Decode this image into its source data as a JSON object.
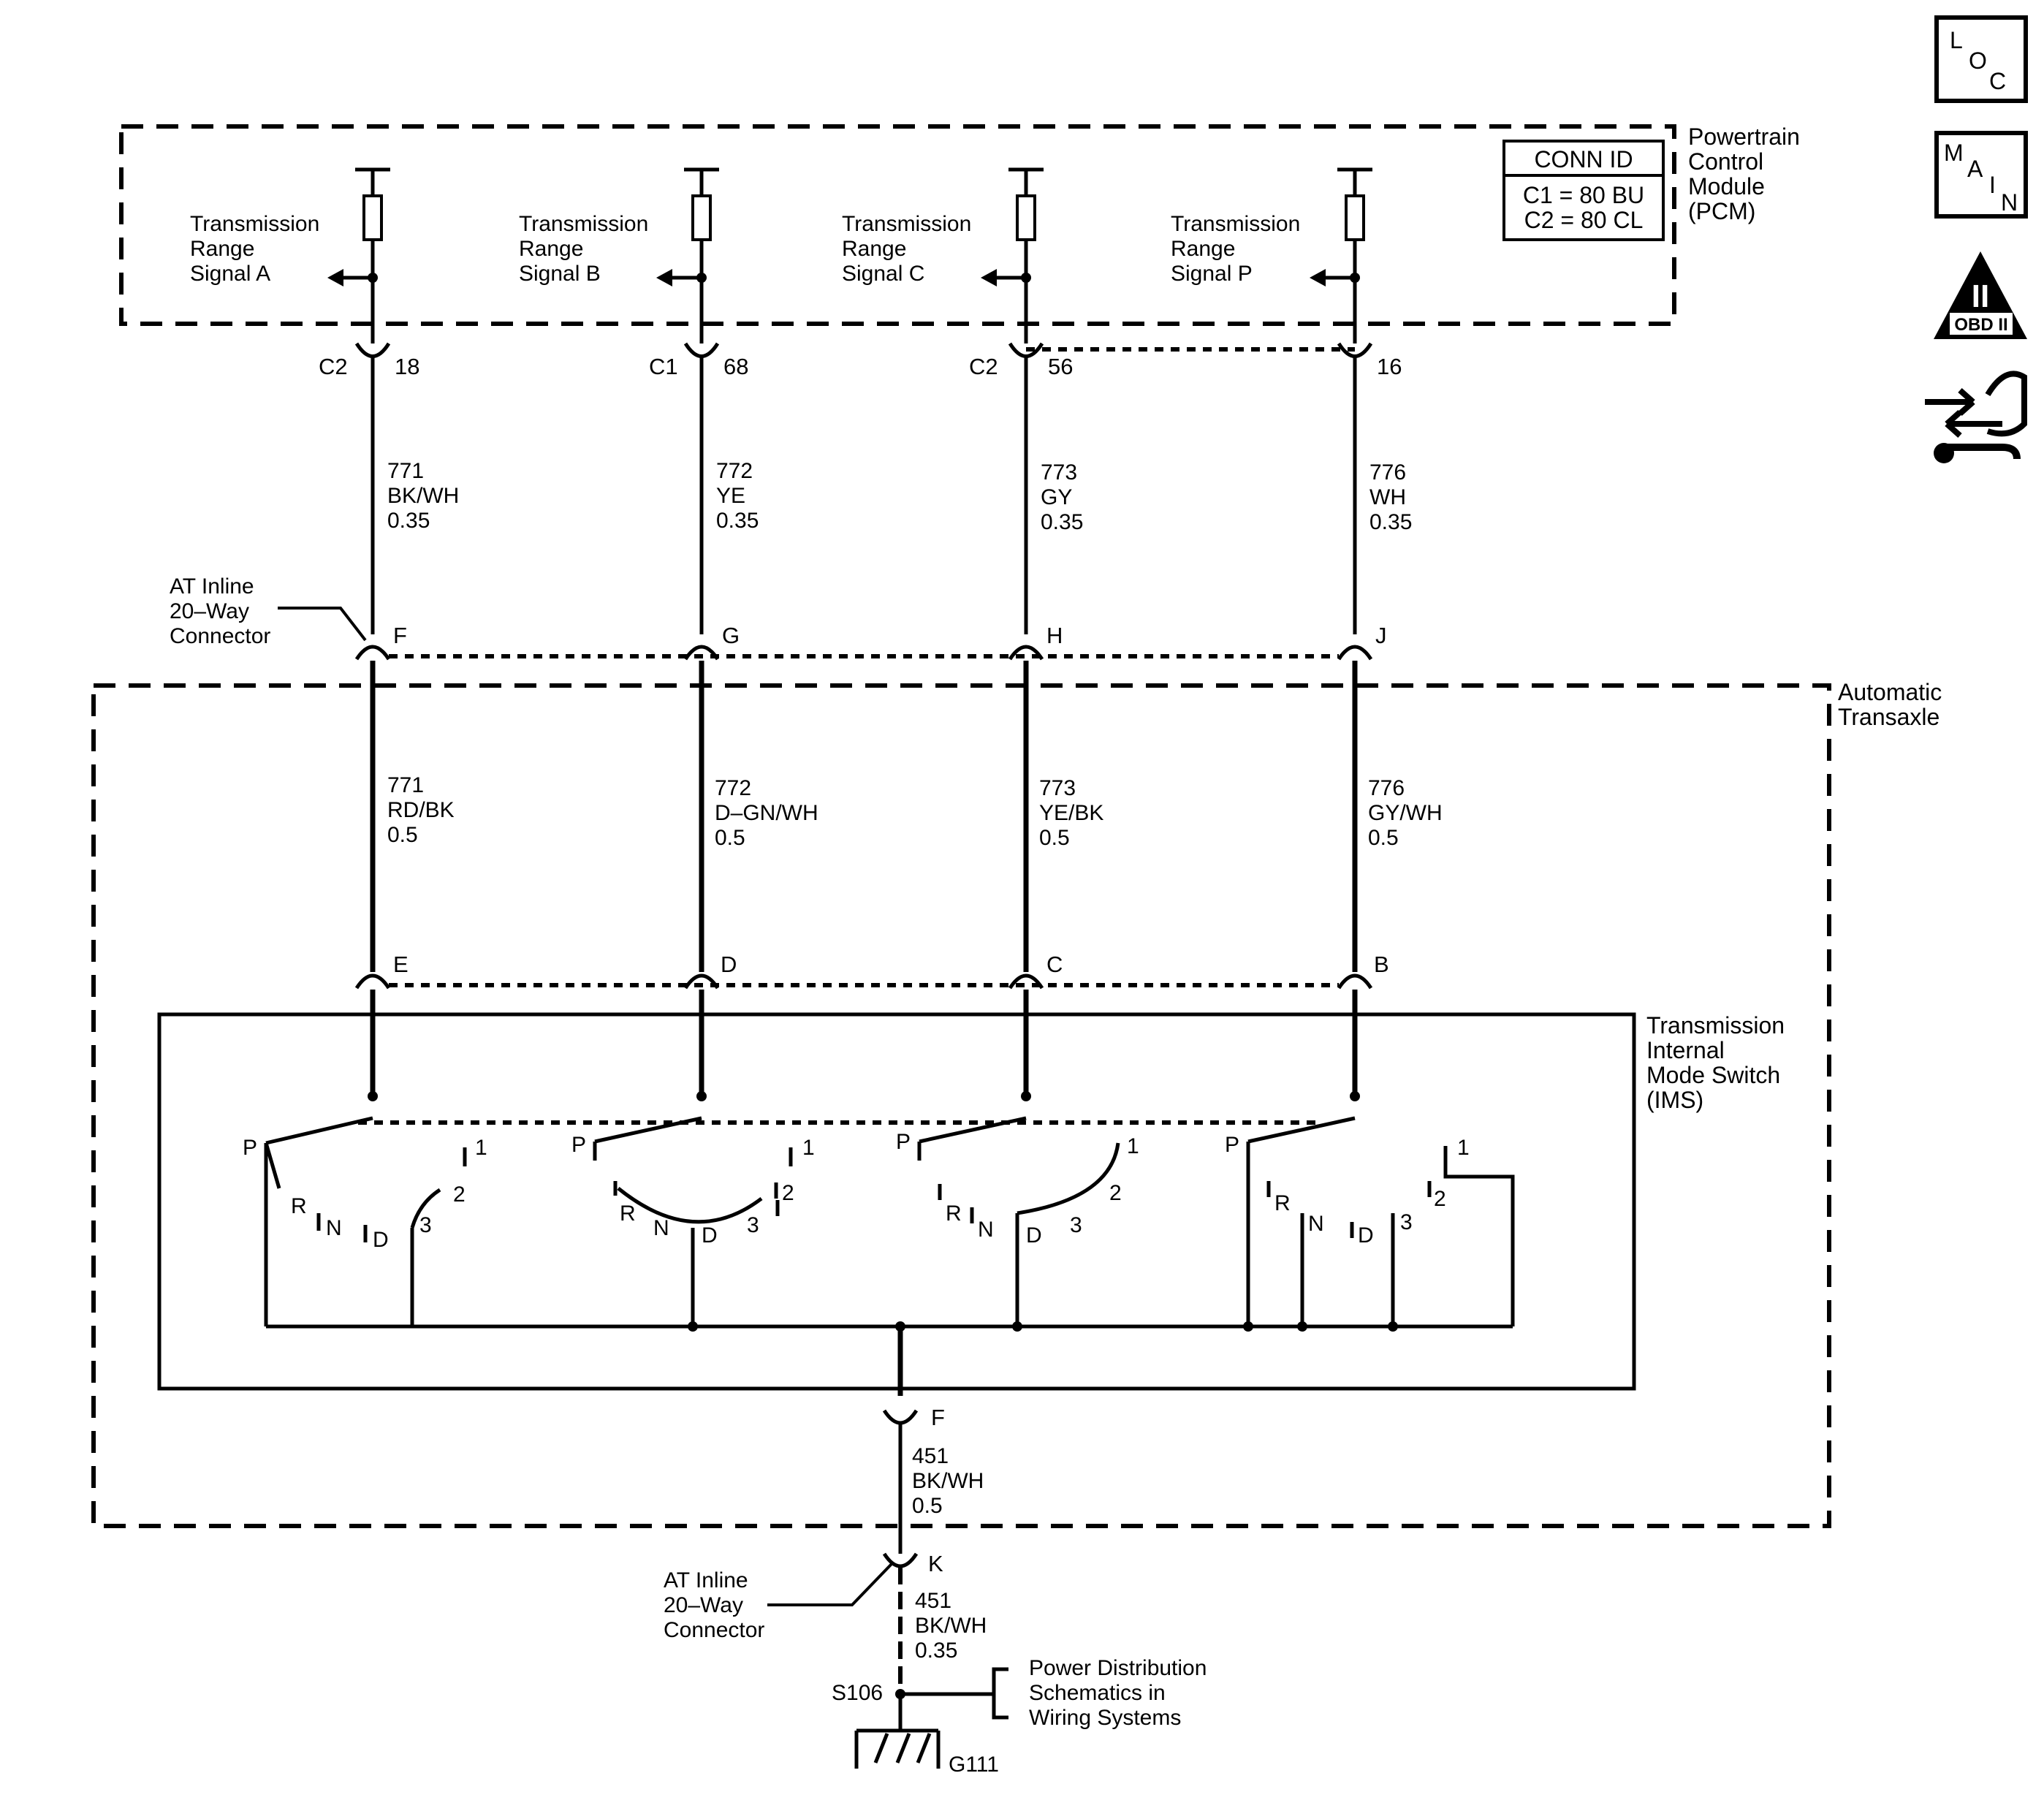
{
  "pcm": {
    "name": [
      "Powertrain",
      "Control",
      "Module",
      "(PCM)"
    ],
    "conn_id": {
      "title": "CONN ID",
      "c1": "C1 = 80 BU",
      "c2": "C2 = 80 CL"
    }
  },
  "signals": [
    {
      "lines": [
        "Transmission",
        "Range",
        "Signal A"
      ],
      "conn": "C2",
      "pin": "18",
      "top_circuit": "771",
      "top_color": "BK/WH",
      "top_size": "0.35",
      "inline_pin": "F",
      "bottom_circuit": "771",
      "bottom_color": "RD/BK",
      "bottom_size": "0.5",
      "ims_pin": "E"
    },
    {
      "lines": [
        "Transmission",
        "Range",
        "Signal B"
      ],
      "conn": "C1",
      "pin": "68",
      "top_circuit": "772",
      "top_color": "YE",
      "top_size": "0.35",
      "inline_pin": "G",
      "bottom_circuit": "772",
      "bottom_color": "D–GN/WH",
      "bottom_size": "0.5",
      "ims_pin": "D"
    },
    {
      "lines": [
        "Transmission",
        "Range",
        "Signal C"
      ],
      "conn": "C2",
      "pin": "56",
      "top_circuit": "773",
      "top_color": "GY",
      "top_size": "0.35",
      "inline_pin": "H",
      "bottom_circuit": "773",
      "bottom_color": "YE/BK",
      "bottom_size": "0.5",
      "ims_pin": "C"
    },
    {
      "lines": [
        "Transmission",
        "Range",
        "Signal P"
      ],
      "conn": "",
      "pin": "16",
      "top_circuit": "776",
      "top_color": "WH",
      "top_size": "0.35",
      "inline_pin": "J",
      "bottom_circuit": "776",
      "bottom_color": "GY/WH",
      "bottom_size": "0.5",
      "ims_pin": "B"
    }
  ],
  "inline_connector": [
    "AT Inline",
    "20–Way",
    "Connector"
  ],
  "transaxle": [
    "Automatic",
    "Transaxle"
  ],
  "ims": [
    "Transmission",
    "Internal",
    "Mode Switch",
    "(IMS)"
  ],
  "switch_positions": [
    "P",
    "R",
    "N",
    "D",
    "1",
    "2",
    "3"
  ],
  "ground": {
    "ims_pin": "F",
    "circuit": "451",
    "color": "BK/WH",
    "size": "0.5",
    "inline_pin": "K",
    "circuit2": "451",
    "color2": "BK/WH",
    "size2": "0.35",
    "splice": "S106",
    "ref": [
      "Power Distribution",
      "Schematics in",
      "Wiring Systems"
    ],
    "ground_id": "G111"
  },
  "nav": {
    "loc": [
      "L",
      "O",
      "C"
    ],
    "main": [
      "M",
      "A",
      "I",
      "N"
    ],
    "obd": {
      "numeral": "II",
      "label": "OBD II"
    }
  }
}
